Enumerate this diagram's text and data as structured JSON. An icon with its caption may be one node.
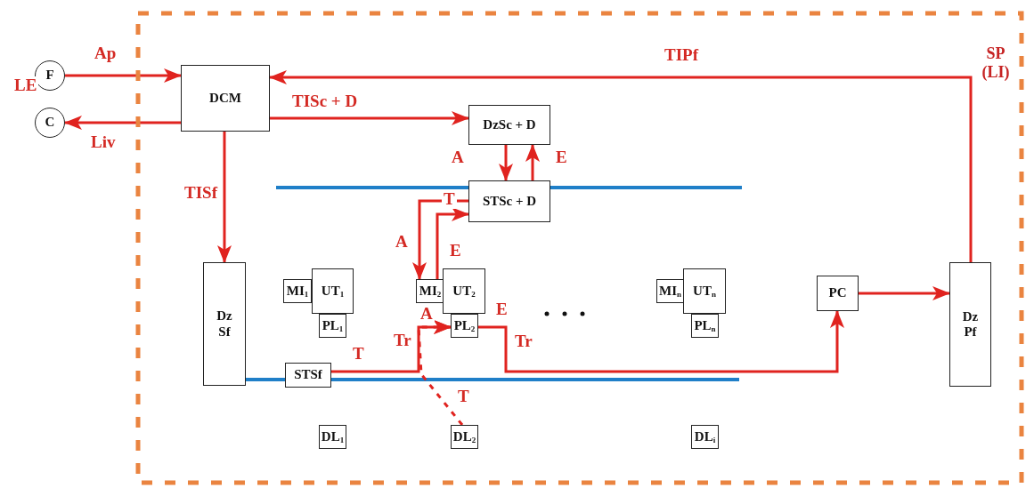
{
  "diagram": {
    "nodes": [
      {
        "text": [
          "SP (LI)"
        ]
      },
      {
        "text": [
          "F"
        ]
      },
      {
        "text": [
          "C"
        ]
      },
      {
        "text": [
          "DCM"
        ],
        "in": 0
      },
      {
        "text": [
          "DzSc + D"
        ],
        "in": 0
      },
      {
        "text": [
          "STSc + D"
        ],
        "in": 0
      },
      {
        "text": [
          "Dz Sf"
        ],
        "in": 0
      },
      {
        "text": [
          "MI$_{1}$"
        ],
        "in": 0
      },
      {
        "text": [
          "UT$_{1}$"
        ],
        "in": 0
      },
      {
        "text": [
          "PL$_{1}$"
        ],
        "in": 0
      },
      {
        "text": [
          "MI$_{2}$"
        ],
        "in": 0
      },
      {
        "text": [
          "UT$_{2}$"
        ],
        "in": 0
      },
      {
        "text": [
          "PL$_{2}$"
        ],
        "in": 0
      },
      {
        "text": [
          "MI$_{n}$"
        ],
        "in": 0
      },
      {
        "text": [
          "UT$_{n}$"
        ],
        "in": 0
      },
      {
        "text": [
          "PL$_{n}$"
        ],
        "in": 0
      },
      {
        "text": [
          "STSf"
        ],
        "in": 0
      },
      {
        "text": [
          "PC"
        ],
        "in": 0
      },
      {
        "text": [
          "Dz Pf"
        ],
        "in": 0
      },
      {
        "text": [
          "DL$_{1}$"
        ],
        "in": 0
      },
      {
        "text": [
          "DL$_{2}$"
        ],
        "in": 0
      },
      {
        "text": [
          "DL$_{i}$"
        ],
        "in": 0
      }
    ],
    "edges": [
      {
        "from": 1,
        "to": 3,
        "arrow": "to",
        "label": "Ap"
      },
      {
        "from": 3,
        "to": 2,
        "arrow": "to",
        "label": "Liv"
      },
      {
        "from": 3,
        "to": 4,
        "arrow": "to",
        "label": "TISc + D"
      },
      {
        "from": 18,
        "to": 3,
        "arrow": "to",
        "label": "TIPf"
      },
      {
        "from": 3,
        "to": 6,
        "arrow": "to",
        "label": "TISf"
      },
      {
        "from": 4,
        "to": 5,
        "arrow": "to",
        "label": "A"
      },
      {
        "from": 5,
        "to": 4,
        "arrow": "to",
        "label": "E"
      },
      {
        "from": 5,
        "to": 10,
        "arrow": "to",
        "label": "A"
      },
      {
        "from": 10,
        "to": 5,
        "arrow": "to",
        "label": "E"
      },
      {
        "from": 16,
        "to": 12,
        "arrow": "to",
        "label": "T"
      },
      {
        "from": 20,
        "to": 12,
        "arrow": "to",
        "label": "T",
        "style": "dashed"
      },
      {
        "from": 12,
        "to": 17,
        "arrow": "to",
        "label": "E"
      },
      {
        "from": 17,
        "to": 18,
        "arrow": "to"
      }
    ],
    "labels": [
      "LE",
      "T",
      "Tr",
      "A",
      "Tr"
    ]
  }
}
